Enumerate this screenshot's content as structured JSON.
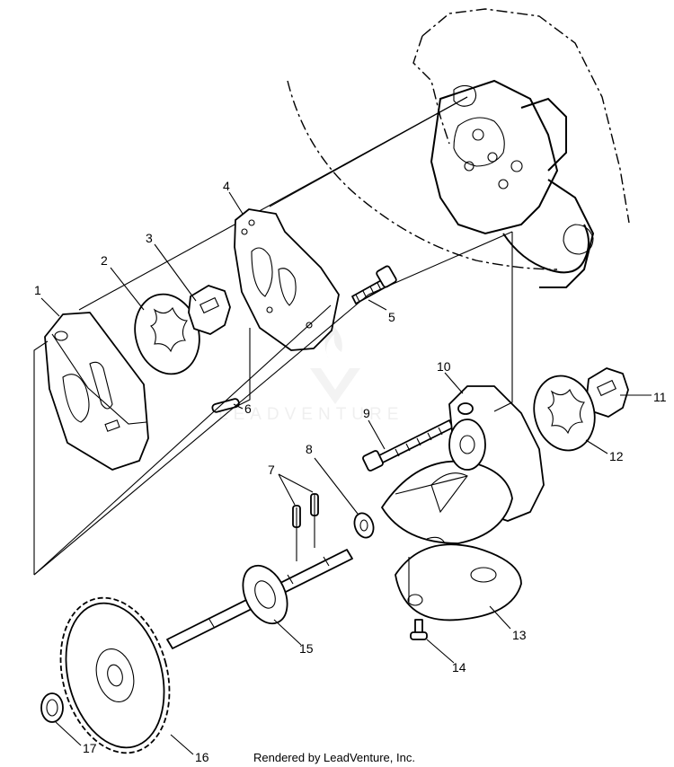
{
  "diagram": {
    "watermark": "LEADVENTURE",
    "footer": "Rendered by LeadVenture, Inc.",
    "callouts": [
      {
        "id": "1",
        "label": "1"
      },
      {
        "id": "2",
        "label": "2"
      },
      {
        "id": "3",
        "label": "3"
      },
      {
        "id": "4",
        "label": "4"
      },
      {
        "id": "5",
        "label": "5"
      },
      {
        "id": "6",
        "label": "6"
      },
      {
        "id": "7",
        "label": "7"
      },
      {
        "id": "8",
        "label": "8"
      },
      {
        "id": "9",
        "label": "9"
      },
      {
        "id": "10",
        "label": "10"
      },
      {
        "id": "11",
        "label": "11"
      },
      {
        "id": "12",
        "label": "12"
      },
      {
        "id": "13",
        "label": "13"
      },
      {
        "id": "14",
        "label": "14"
      },
      {
        "id": "15",
        "label": "15"
      },
      {
        "id": "16",
        "label": "16"
      },
      {
        "id": "17",
        "label": "17"
      }
    ]
  }
}
